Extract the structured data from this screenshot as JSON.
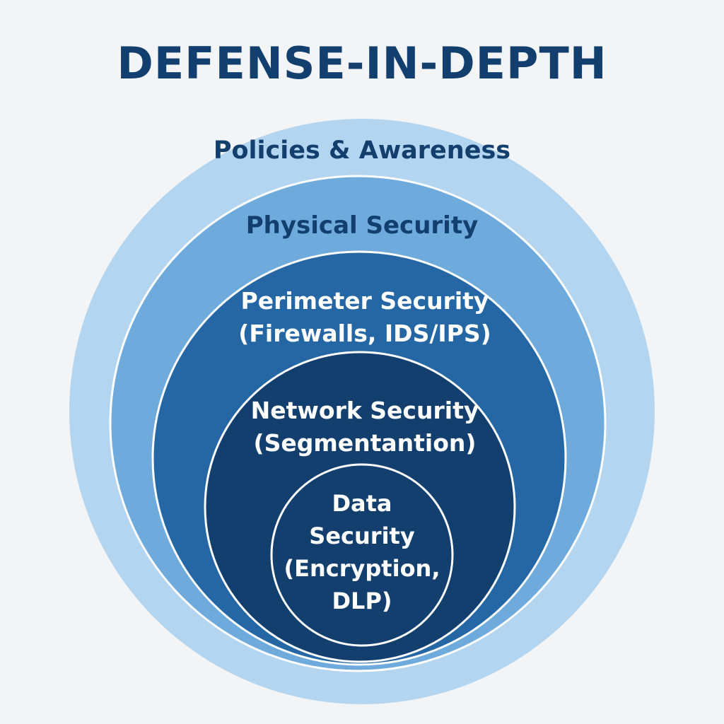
{
  "title": "DEFENSE-IN-DEPTH",
  "colors": {
    "background": "#f3f4f5",
    "title": "#123f6e",
    "ring_outline": "#ffffff",
    "label_dark": "#123f6e",
    "label_light": "#ffffff"
  },
  "layers": [
    {
      "id": "policies",
      "lines": [
        "Policies & Awareness"
      ],
      "fill": "#b3d5f0",
      "label_color": "#123f6e"
    },
    {
      "id": "physical",
      "lines": [
        "Physical Security"
      ],
      "fill": "#6eaadb",
      "label_color": "#123f6e"
    },
    {
      "id": "perimeter",
      "lines": [
        "Perimeter Security",
        "(Firewalls, IDS/IPS)"
      ],
      "fill": "#2467a4",
      "label_color": "#ffffff"
    },
    {
      "id": "network",
      "lines": [
        "Network Security",
        "(Segmentantion)"
      ],
      "fill": "#133f6e",
      "label_color": "#ffffff"
    },
    {
      "id": "data",
      "lines": [
        "Data",
        "Security",
        "(Encryption,",
        "DLP)"
      ],
      "fill": "#133f6e",
      "label_color": "#ffffff"
    }
  ]
}
